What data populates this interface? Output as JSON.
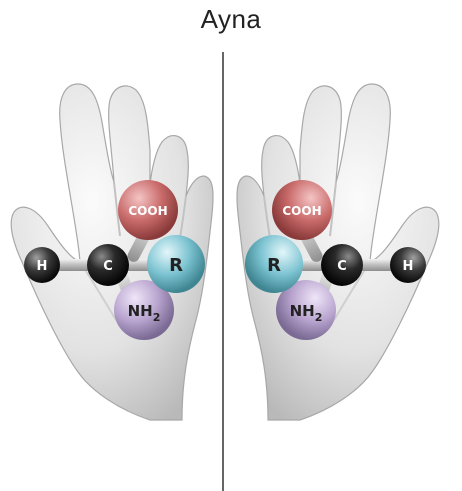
{
  "title": "Ayna",
  "molecules": {
    "left": {
      "cooh": "COOH",
      "h": "H",
      "c": "C",
      "r": "R",
      "nh": "NH",
      "nh_sub": "2"
    },
    "right": {
      "cooh": "COOH",
      "h": "H",
      "c": "C",
      "r": "R",
      "nh": "NH",
      "nh_sub": "2"
    }
  },
  "colors": {
    "cooh": "#c96a6a",
    "r": "#7cc3d1",
    "nh2": "#b9a5cf",
    "carbon": "#2a2a2a",
    "hydrogen": "#3a3a3a",
    "hand": "#e6e6e6",
    "mirror_line": "#333333"
  }
}
